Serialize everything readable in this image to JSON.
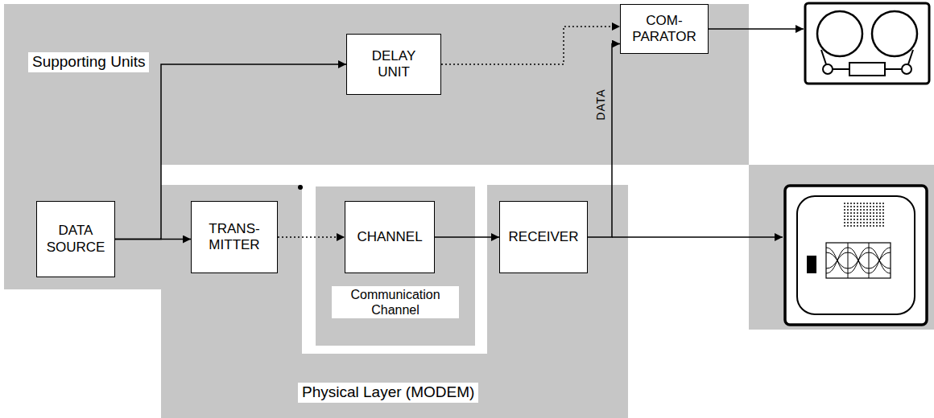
{
  "diagram": {
    "nodes": [
      {
        "text": [
          "Supporting Units"
        ]
      },
      {
        "text": [
          "DELAY UNIT"
        ],
        "in": 0
      },
      {
        "text": [
          "COM- PARATOR"
        ],
        "in": 0
      },
      {
        "text": [
          "DATA SOURCE"
        ]
      },
      {
        "text": [
          "Physical Layer (MODEM)"
        ]
      },
      {
        "text": [
          "TRANS- MITTER"
        ],
        "in": 4
      },
      {
        "text": [
          "Communication Channel"
        ],
        "in": 4
      },
      {
        "text": [
          "CHANNEL"
        ],
        "in": 6
      },
      {
        "text": [
          "RECEIVER"
        ],
        "in": 4
      }
    ],
    "edges": [
      {
        "from": 3,
        "to": 5,
        "arrow": "to"
      },
      {
        "from": 3,
        "to": 1,
        "arrow": "to"
      },
      {
        "from": 5,
        "to": 7,
        "arrow": "to"
      },
      {
        "from": 7,
        "to": 8,
        "arrow": "to"
      },
      {
        "from": 1,
        "to": 2,
        "arrow": "to"
      },
      {
        "from": 8,
        "to": 2,
        "label": "DATA",
        "arrow": "to"
      }
    ]
  }
}
